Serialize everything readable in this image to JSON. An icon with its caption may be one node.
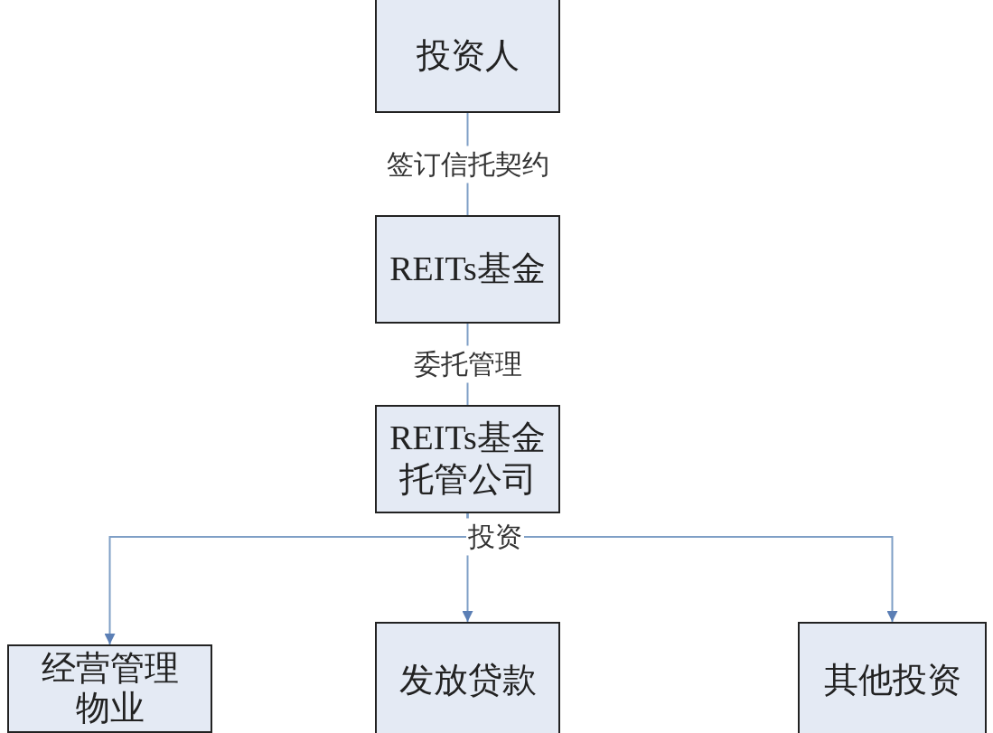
{
  "diagram": {
    "nodes": [
      {
        "text": [
          "投资人"
        ]
      },
      {
        "text": [
          "REITs基金"
        ]
      },
      {
        "text": [
          "REITs基金托管公司"
        ]
      },
      {
        "text": [
          "经营管理物业"
        ]
      },
      {
        "text": [
          "发放贷款"
        ]
      },
      {
        "text": [
          "其他投资"
        ]
      }
    ],
    "edges": [
      {
        "from": 0,
        "to": 1,
        "arrow": "none",
        "label": "签订信托契约"
      },
      {
        "from": 1,
        "to": 2,
        "arrow": "none",
        "label": "委托管理"
      },
      {
        "from": 2,
        "to": 3,
        "arrow": "to"
      },
      {
        "from": 2,
        "to": 4,
        "arrow": "to",
        "label": "投资"
      },
      {
        "from": 2,
        "to": 5,
        "arrow": "to"
      }
    ]
  }
}
